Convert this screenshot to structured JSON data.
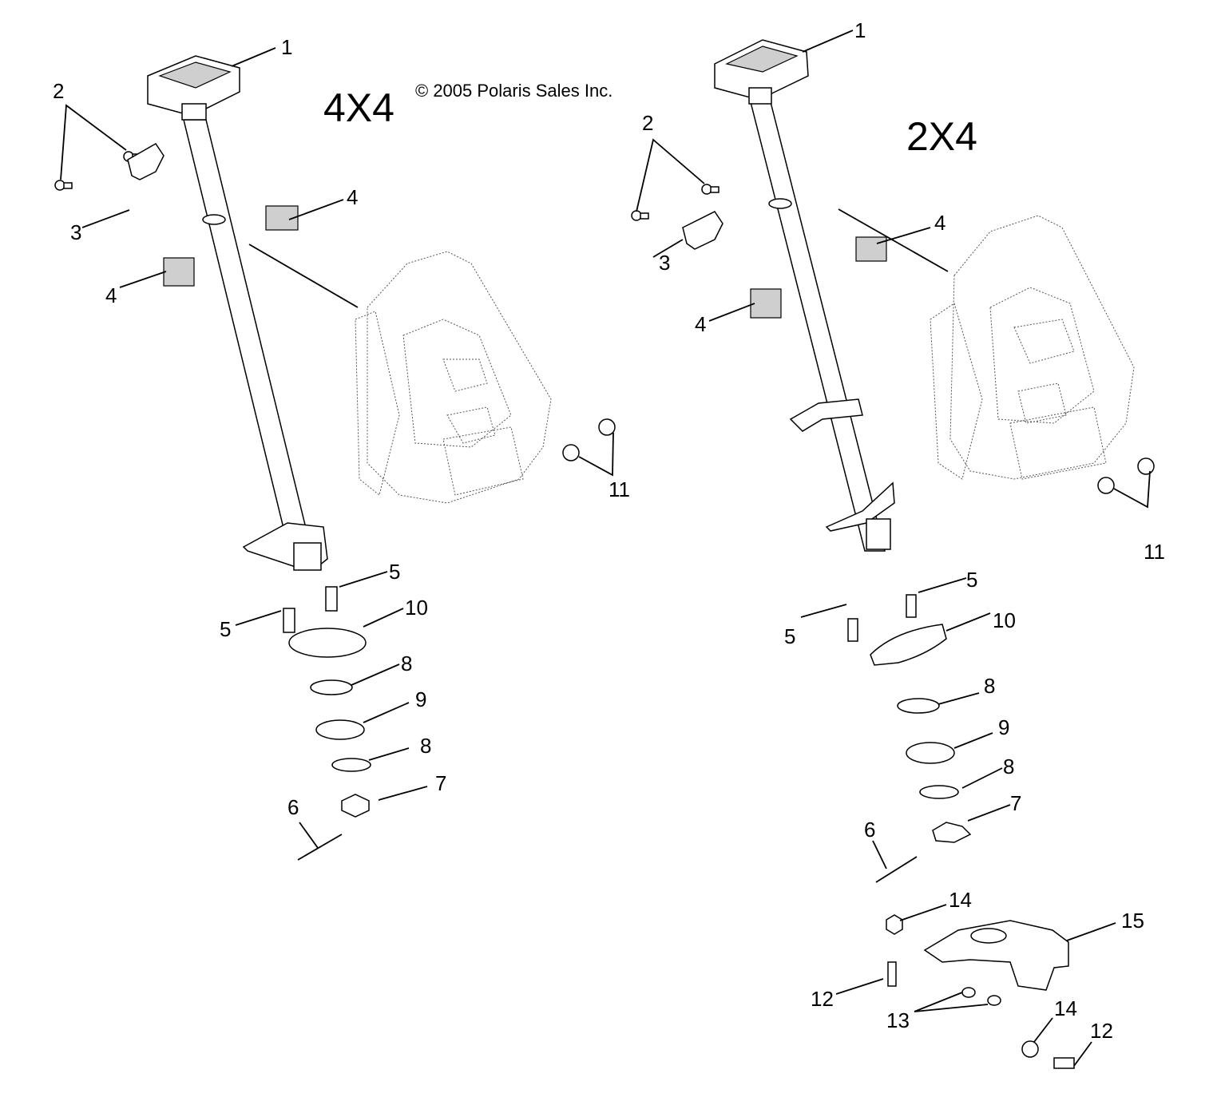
{
  "copyright": "© 2005 Polaris Sales Inc.",
  "views": [
    {
      "title": "4X4",
      "callouts": [
        "1",
        "2",
        "3",
        "4",
        "4",
        "5",
        "5",
        "10",
        "8",
        "9",
        "8",
        "7",
        "6",
        "11"
      ]
    },
    {
      "title": "2X4",
      "callouts": [
        "1",
        "2",
        "3",
        "4",
        "4",
        "5",
        "5",
        "10",
        "8",
        "9",
        "8",
        "7",
        "6",
        "11",
        "14",
        "15",
        "12",
        "13",
        "14",
        "12"
      ]
    }
  ]
}
